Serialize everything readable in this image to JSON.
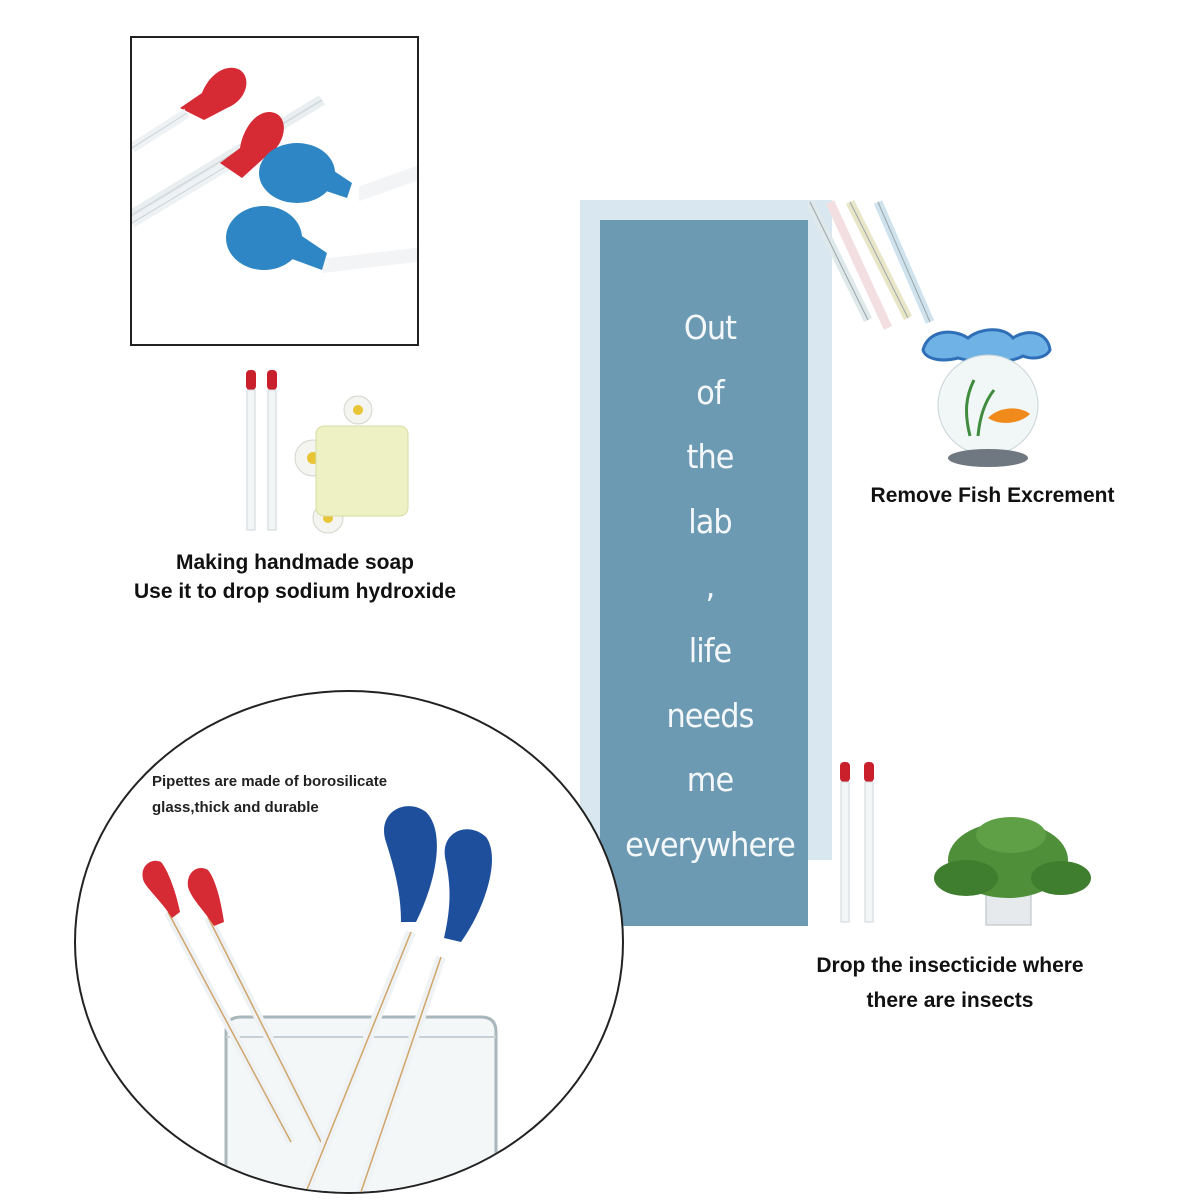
{
  "soap": {
    "line1": "Making handmade soap",
    "line2": "Use it to drop sodium hydroxide"
  },
  "fish": {
    "caption": "Remove Fish Excrement"
  },
  "insects": {
    "line1": "Drop the insecticide where",
    "line2": "there are insects"
  },
  "banner": {
    "words": [
      "Out",
      "of",
      "the",
      "lab",
      ",",
      "life",
      "needs",
      "me",
      "everywhere"
    ]
  },
  "circle": {
    "line1": "Pipettes are made of borosilicate",
    "line2": "glass,thick and durable"
  },
  "colors": {
    "banner": "#6d9ab3",
    "bulb_red": "#d62a34",
    "bulb_blue": "#2f86c4",
    "bulb_navy": "#1e4f9c"
  }
}
